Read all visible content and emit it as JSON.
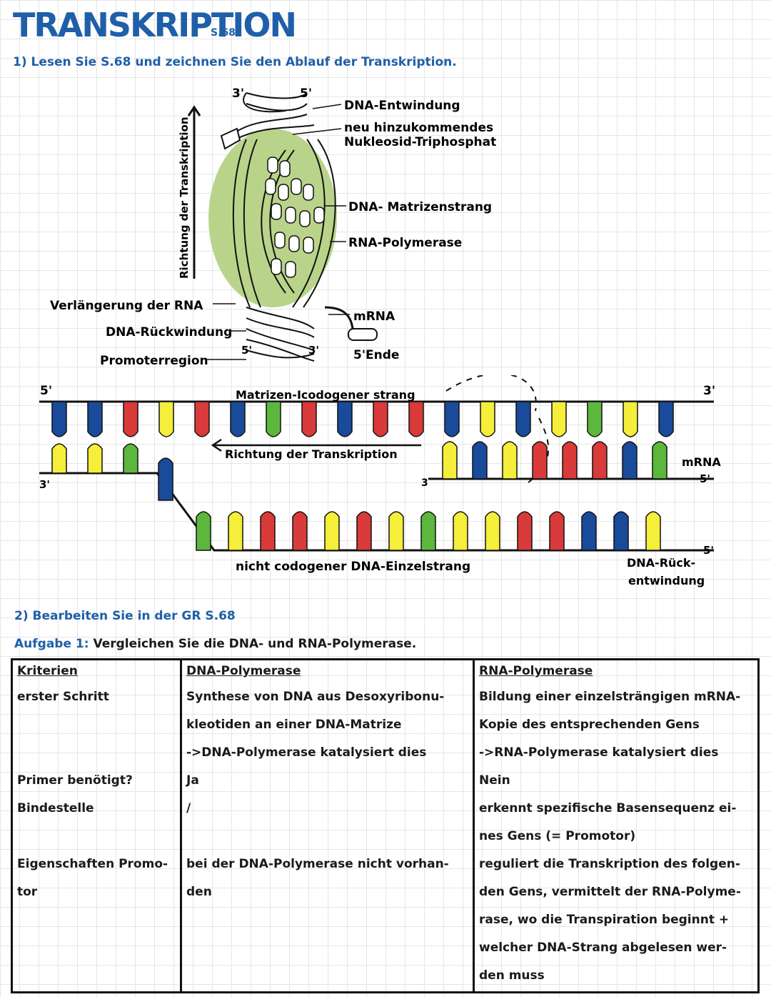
{
  "title": "TRANSKRIPTION",
  "title_page": "S.68",
  "task1": "1) Lesen Sie S.68 und zeichnen Sie den Ablauf der Transkription.",
  "diagram1": {
    "end_top_left": "3'",
    "end_top_right": "5'",
    "label_dna_entwindung": "DNA-Entwindung",
    "label_nukleosid_1": "neu hinzukommendes",
    "label_nukleosid_2": "Nukleosid-Triphosphat",
    "label_matrizenstrang": "DNA- Matrizenstrang",
    "label_rna_polymerase": "RNA-Polymerase",
    "label_richtung": "Richtung der Transkription",
    "label_verlaengerung": "Verlängerung der RNA",
    "label_rueckwindung": "DNA-Rückwindung",
    "label_promoterregion": "Promoterregion",
    "label_mrna": "mRNA",
    "label_5ende": "5'Ende",
    "end_bottom_left": "5'",
    "end_bottom_right": "3'"
  },
  "diagram2": {
    "end_5_top_left": "5'",
    "end_3_top_right": "3'",
    "end_3_left": "3'",
    "end_3_mid": "3",
    "label_matrizen": "Matrizen-Icodogener strang",
    "label_richtung": "Richtung der Transkription",
    "label_mrna": "mRNA",
    "label_mrna_5": "5'",
    "label_nicht_codogen": "nicht codogener DNA-Einzelstrang",
    "label_5_bottom": "5'",
    "label_rueck_1": "DNA-Rück-",
    "label_rueck_2": "entwindung"
  },
  "task2": "2) Bearbeiten Sie in der GR S.68",
  "aufgabe_tag": "Aufgabe 1:",
  "aufgabe_text": "Vergleichen Sie die DNA- und RNA-Polymerase.",
  "table": {
    "headers": [
      "Kriterien",
      "DNA-Polymerase",
      "RNA-Polymerase"
    ],
    "col1": [
      "erster Schritt",
      "",
      "",
      "Primer benötigt?",
      "Bindestelle",
      "",
      "Eigenschaften Promo-",
      "tor",
      "",
      "",
      ""
    ],
    "col2": [
      "Synthese von DNA aus Desoxyribonu-",
      "kleotiden an einer DNA-Matrize",
      "->DNA-Polymerase katalysiert dies",
      "Ja",
      "/",
      "",
      "bei der DNA-Polymerase nicht vorhan-",
      "den",
      "",
      "",
      ""
    ],
    "col3": [
      "Bildung einer einzelsträngigen mRNA-",
      "Kopie des entsprechenden Gens",
      "->RNA-Polymerase katalysiert dies",
      "Nein",
      "erkennt spezifische Basensequenz ei-",
      "nes Gens (= Promotor)",
      "reguliert die Transkription des folgen-",
      "den Gens, vermittelt der RNA-Polyme-",
      "rase, wo die Transpiration beginnt +",
      "welcher DNA-Strang abgelesen wer-",
      "den muss"
    ]
  },
  "colors": {
    "blue": "#1f5fa8",
    "base_blue": "#1a4a9a",
    "base_red": "#d93a3a",
    "base_yellow": "#f5ee3a",
    "base_green": "#5cb83c",
    "polymerase": "#b9d48a"
  }
}
